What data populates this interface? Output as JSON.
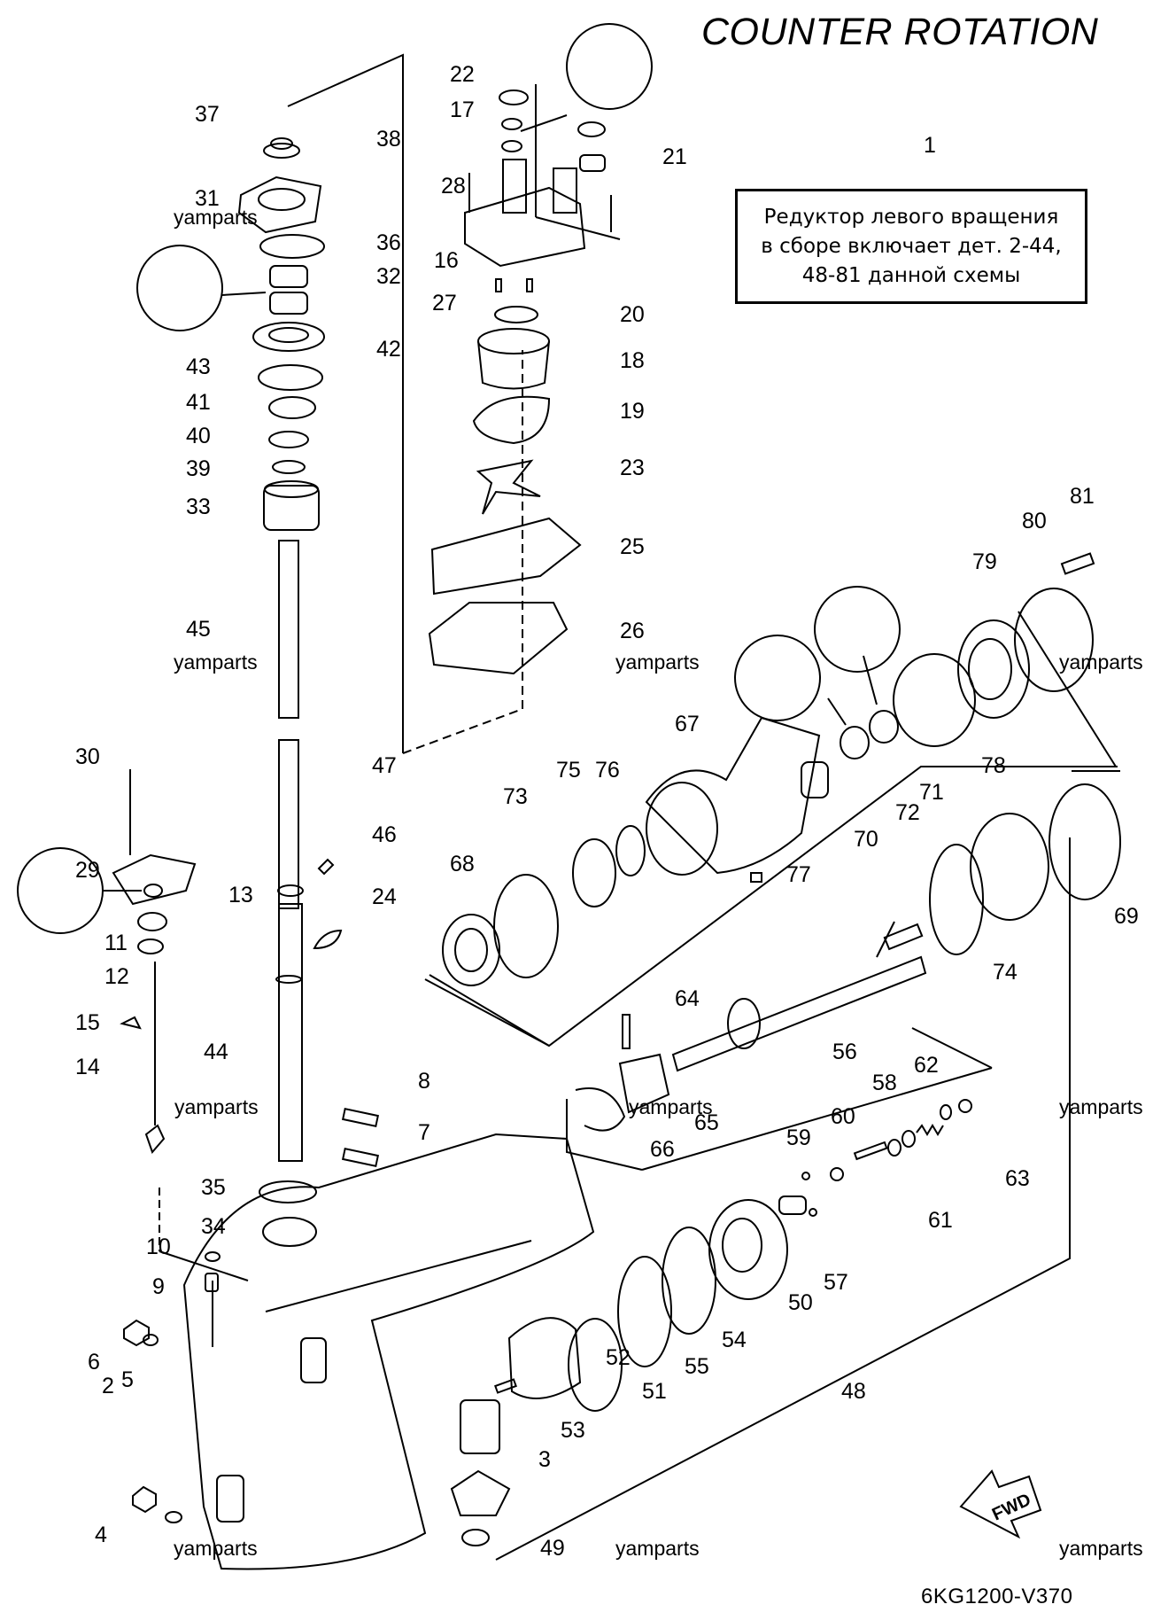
{
  "header": {
    "title": "COUNTER ROTATION"
  },
  "note": {
    "callout": "1",
    "lines": [
      "Редуктор левого вращения",
      "в сборе включает дет. 2-44,",
      "48-81 данной схемы"
    ]
  },
  "footer": {
    "diagram_code": "6KG1200-V370",
    "fwd_label": "FWD"
  },
  "watermark": "yamparts",
  "part_labels": [
    "1",
    "2",
    "3",
    "4",
    "5",
    "6",
    "7",
    "8",
    "9",
    "10",
    "11",
    "12",
    "13",
    "14",
    "15",
    "16",
    "17",
    "18",
    "19",
    "20",
    "21",
    "22",
    "23",
    "24",
    "25",
    "26",
    "27",
    "28",
    "29",
    "30",
    "31",
    "32",
    "33",
    "34",
    "35",
    "36",
    "37",
    "38",
    "39",
    "40",
    "41",
    "42",
    "43",
    "44",
    "45",
    "46",
    "47",
    "48",
    "49",
    "50",
    "51",
    "52",
    "53",
    "54",
    "55",
    "56",
    "57",
    "58",
    "59",
    "60",
    "61",
    "62",
    "63",
    "64",
    "65",
    "66",
    "67",
    "68",
    "69",
    "70",
    "71",
    "72",
    "73",
    "74",
    "75",
    "76",
    "77",
    "78",
    "79",
    "80",
    "81"
  ],
  "colors": {
    "line": "#000000",
    "background": "#ffffff"
  }
}
